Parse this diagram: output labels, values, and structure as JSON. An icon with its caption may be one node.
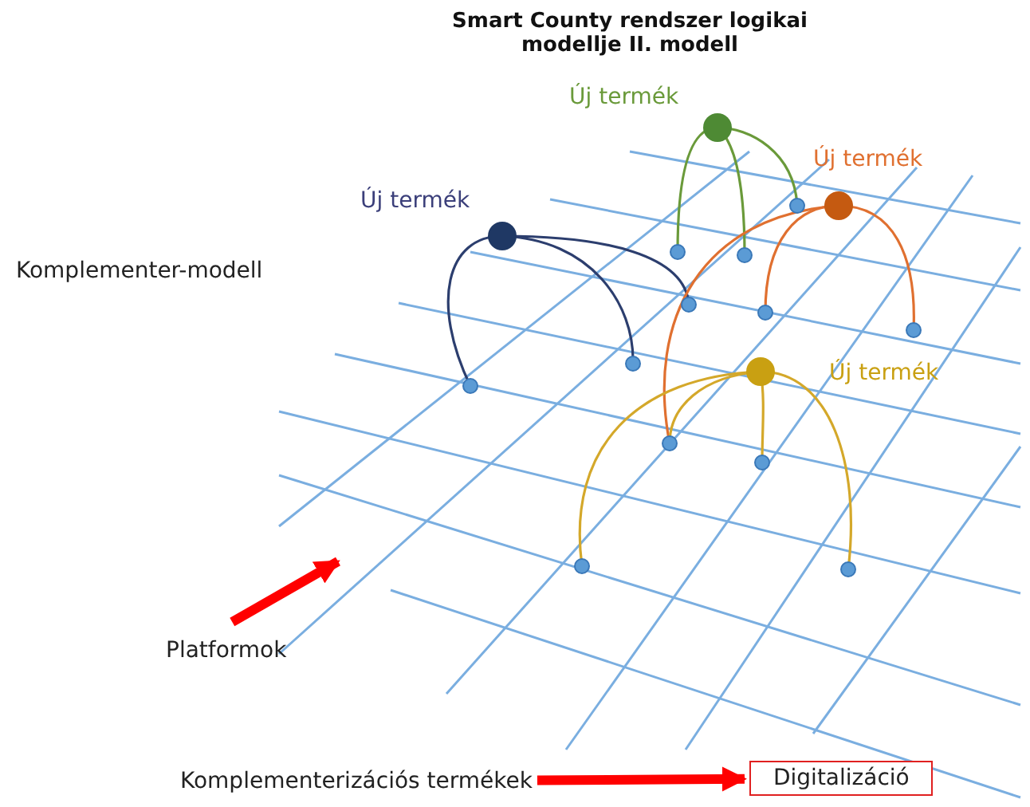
{
  "diagram": {
    "title": "Smart County rendszer logikai modellje II. modell",
    "nodes": [
      {
        "text": [
          "Komplementerizációs termékek"
        ]
      },
      {
        "text": [
          "Digitalizáció"
        ]
      },
      {
        "text": [
          "Platformok"
        ]
      }
    ],
    "edges": [
      {
        "from": 0,
        "to": 1,
        "arrow": "to"
      },
      {
        "from": 2,
        "to": null,
        "arrow": "to"
      }
    ],
    "labels": [
      "Új termék",
      "Új termék",
      "Komplementer-modell",
      "Új termék",
      "Új termék"
    ]
  }
}
